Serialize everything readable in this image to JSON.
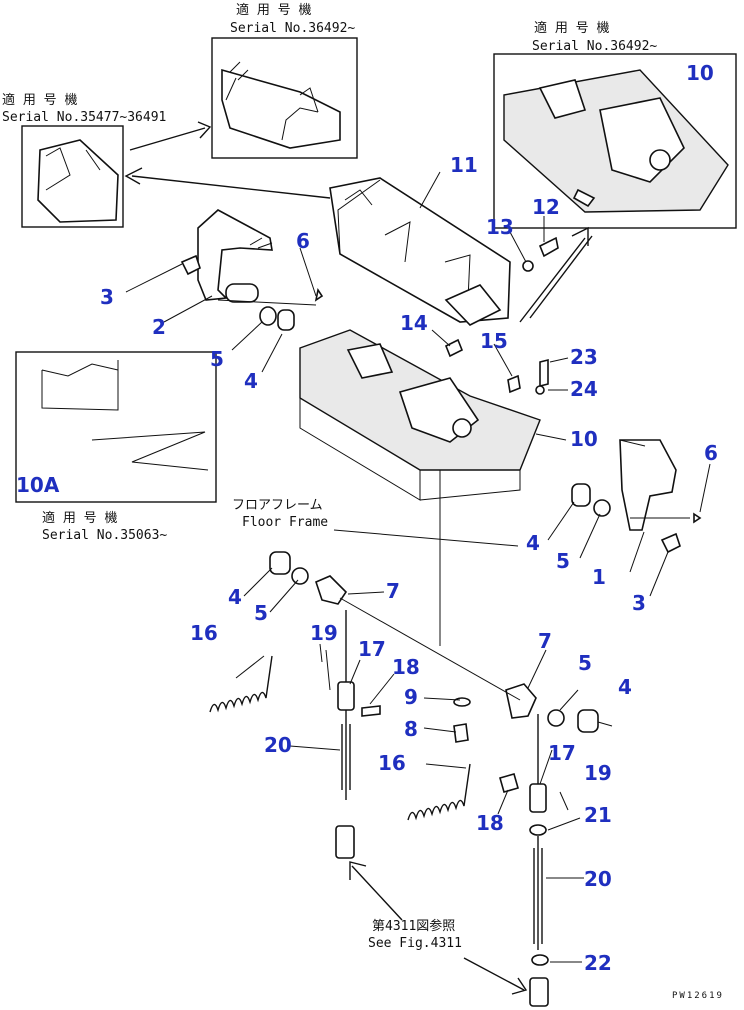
{
  "diagram": {
    "serial_notes": {
      "top_center": {
        "jp": "適 用 号 機",
        "en": "Serial No.36492~"
      },
      "top_right": {
        "jp": "適 用 号 機",
        "en": "Serial No.36492~"
      },
      "left": {
        "jp": "適 用 号 機",
        "en": "Serial No.35477~36491"
      },
      "lower_left": {
        "jp": "適 用 号 機",
        "en": "Serial No.35063~"
      }
    },
    "floor_frame": {
      "jp": "フロアフレーム",
      "en": "Floor Frame"
    },
    "see_fig": {
      "jp": "第4311図参照",
      "en": "See Fig.4311"
    },
    "drawing_code": "PW12619",
    "callouts": {
      "c1": "1",
      "c2": "2",
      "c3a": "3",
      "c3b": "3",
      "c4a": "4",
      "c4b": "4",
      "c4c": "4",
      "c4d": "4",
      "c5a": "5",
      "c5b": "5",
      "c5c": "5",
      "c5d": "5",
      "c6a": "6",
      "c6b": "6",
      "c7a": "7",
      "c7b": "7",
      "c8": "8",
      "c9": "9",
      "c10a": "10",
      "c10b": "10",
      "c10A": "10A",
      "c11": "11",
      "c12": "12",
      "c13": "13",
      "c14": "14",
      "c15": "15",
      "c16a": "16",
      "c16b": "16",
      "c17a": "17",
      "c17b": "17",
      "c18a": "18",
      "c18b": "18",
      "c19a": "19",
      "c19b": "19",
      "c20a": "20",
      "c20b": "20",
      "c21": "21",
      "c22": "22",
      "c23": "23",
      "c24": "24"
    },
    "colors": {
      "callout": "#1f2fbf",
      "line": "#111111",
      "background": "#ffffff"
    }
  }
}
